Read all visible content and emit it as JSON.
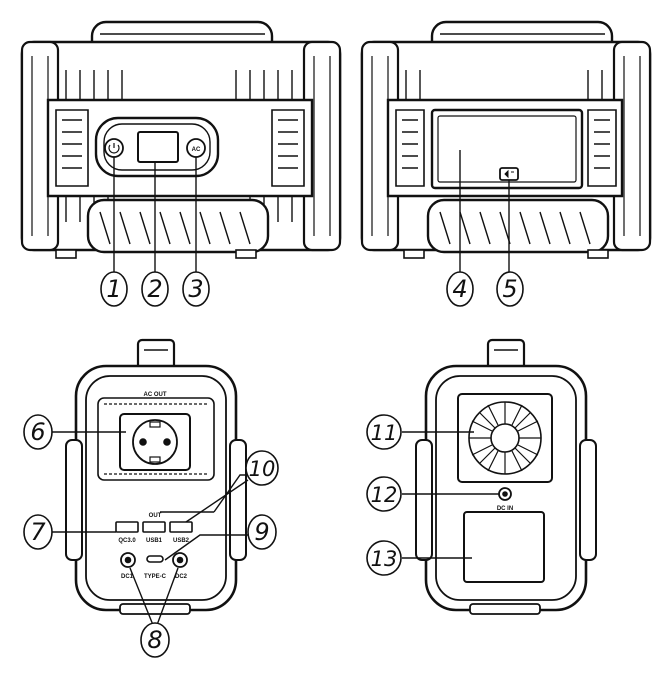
{
  "callouts": {
    "c1": "1",
    "c2": "2",
    "c3": "3",
    "c4": "4",
    "c5": "5",
    "c6": "6",
    "c7": "7",
    "c8": "8",
    "c9": "9",
    "c10": "10",
    "c11": "11",
    "c12": "12",
    "c13": "13"
  },
  "front": {
    "ac_button": "AC"
  },
  "left_panel": {
    "ac_out": "AC OUT",
    "out": "OUT",
    "usb_labels": [
      "QC3.0",
      "USB1",
      "USB2"
    ],
    "dc_labels": [
      "DC1",
      "TYPE-C",
      "DC2"
    ]
  },
  "right_panel": {
    "dc_in": "DC IN"
  },
  "colors": {
    "line": "#111111",
    "background": "#ffffff"
  }
}
